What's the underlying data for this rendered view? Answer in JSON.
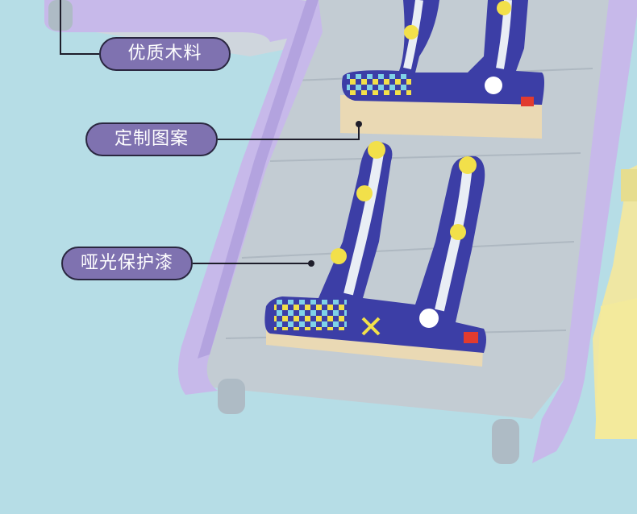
{
  "callouts": {
    "material": "优质木料",
    "pattern": "定制图案",
    "finish": "哑光保护漆"
  },
  "colors": {
    "background": "#b6dde6",
    "slide_frame": "#c7b9ea",
    "slide_surface": "#c3ccd3",
    "callout_fill": "#7f72b0",
    "callout_border": "#2a2740",
    "callout_text": "#ffffff",
    "board_blue": "#3c3ea6",
    "wood": "#ead9b4"
  }
}
